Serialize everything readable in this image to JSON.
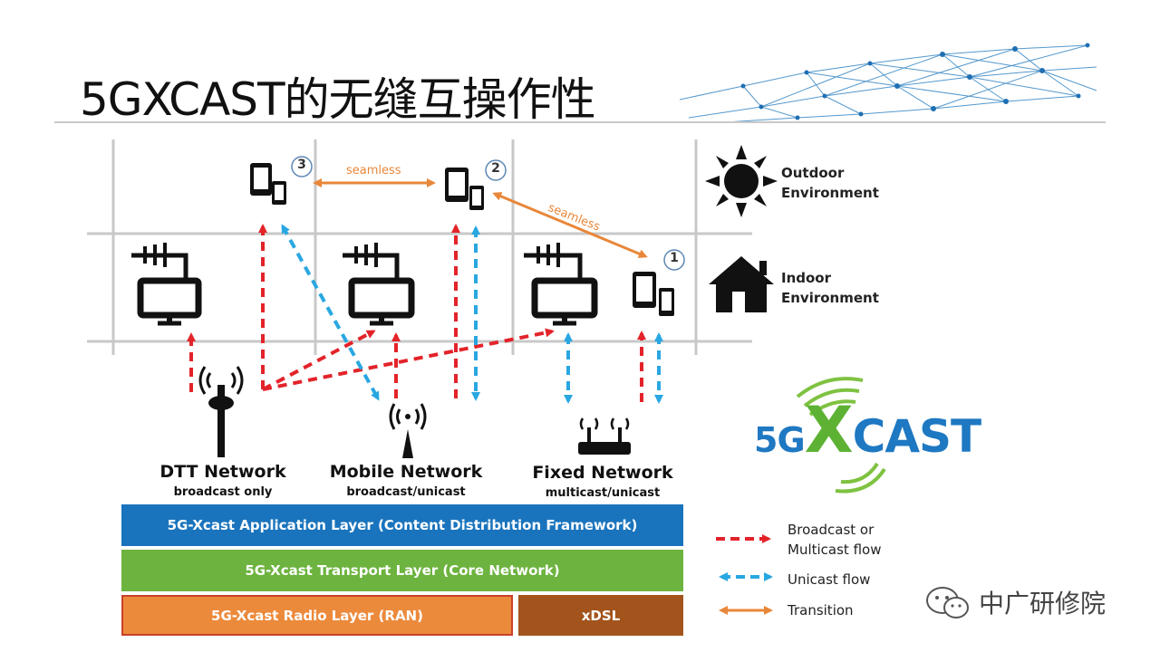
{
  "slide": {
    "title": "5GXCAST的无缝互操作性",
    "watermark": "中广研修院"
  },
  "seamless": {
    "label_a": "seamless",
    "label_b": "seamless"
  },
  "devices": [
    {
      "number": "3"
    },
    {
      "number": "2"
    },
    {
      "number": "1"
    }
  ],
  "environments": {
    "outdoor": {
      "line1": "Outdoor",
      "line2": "Environment",
      "icon": "sun-icon"
    },
    "indoor": {
      "line1": "Indoor",
      "line2": "Environment",
      "icon": "house-icon"
    }
  },
  "networks": [
    {
      "name": "DTT Network",
      "mode": "broadcast only",
      "icon": "broadcast-tower-icon"
    },
    {
      "name": "Mobile Network",
      "mode": "broadcast/unicast",
      "icon": "mobile-antenna-icon"
    },
    {
      "name": "Fixed Network",
      "mode": "multicast/unicast",
      "icon": "router-icon"
    }
  ],
  "layers": {
    "application": "5G-Xcast Application Layer (Content Distribution Framework)",
    "transport": "5G-Xcast Transport Layer (Core Network)",
    "radio": "5G-Xcast Radio Layer (RAN)",
    "xdsl": "xDSL"
  },
  "legend": {
    "broadcast_line1": "Broadcast or",
    "broadcast_line2": "Multicast flow",
    "unicast": "Unicast flow",
    "transition": "Transition"
  },
  "logo": {
    "text_5g": "5G",
    "text_x": "X",
    "text_cast": "CAST"
  },
  "colors": {
    "broadcast": "#e3232a",
    "unicast": "#29a7e1",
    "transition": "#e8873a",
    "application_layer": "#1a74bd",
    "transport_layer": "#6db33f",
    "radio_layer": "#ec8a3c",
    "xdsl": "#a2541c",
    "logo_blue": "#1e78c2",
    "logo_green": "#5db233"
  }
}
